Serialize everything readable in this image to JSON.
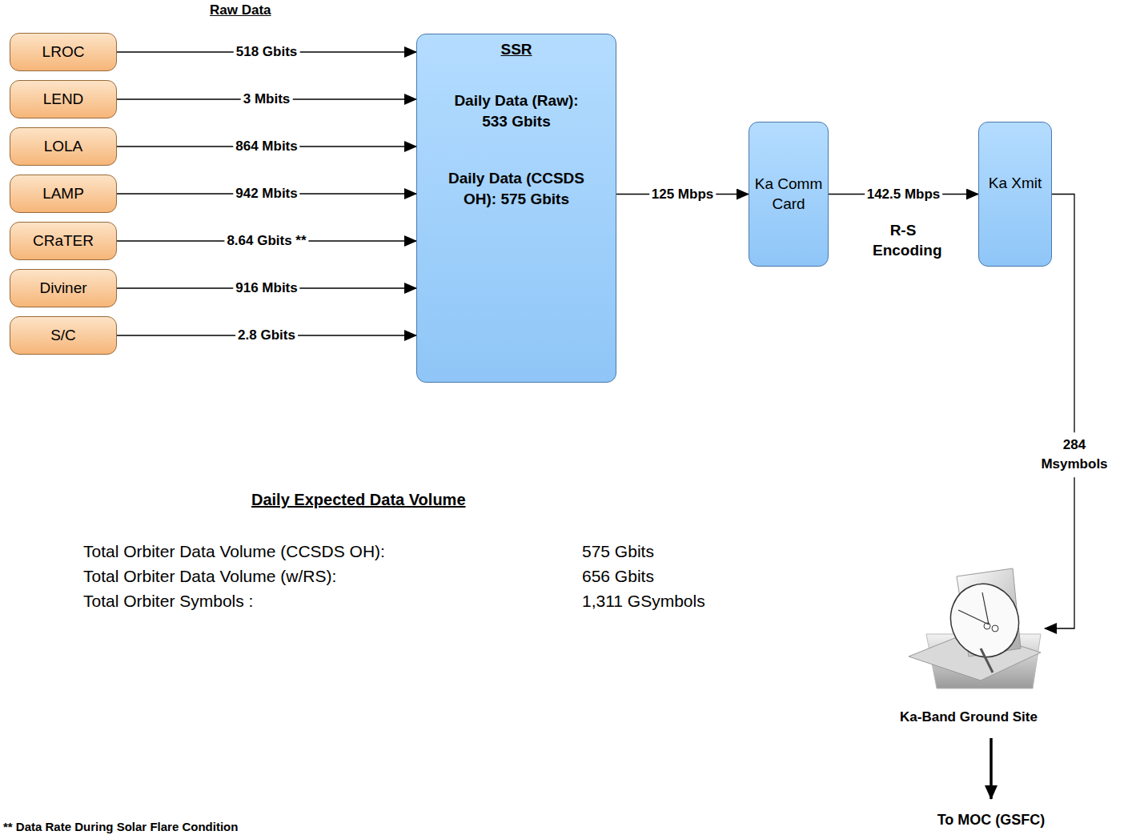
{
  "diagram": {
    "nodes": [
      {
        "text": [
          "LROC"
        ]
      },
      {
        "text": [
          "LEND"
        ]
      },
      {
        "text": [
          "LOLA"
        ]
      },
      {
        "text": [
          "LAMP"
        ]
      },
      {
        "text": [
          "CRaTER"
        ]
      },
      {
        "text": [
          "Diviner"
        ]
      },
      {
        "text": [
          "S/C"
        ]
      },
      {
        "text": [
          "SSR",
          "Daily Data (Raw): 533 Gbits",
          "Daily Data (CCSDS OH): 575 Gbits"
        ]
      },
      {
        "text": [
          "Ka Comm Card"
        ]
      },
      {
        "text": [
          "Ka Xmit"
        ]
      },
      {
        "text": [
          "Ka-Band Ground Site"
        ]
      }
    ],
    "edges": [
      {
        "from": 0,
        "to": 7,
        "label": "518 Gbits",
        "arrow": "to"
      },
      {
        "from": 1,
        "to": 7,
        "label": "3 Mbits",
        "arrow": "to"
      },
      {
        "from": 2,
        "to": 7,
        "label": "864 Mbits",
        "arrow": "to"
      },
      {
        "from": 3,
        "to": 7,
        "label": "942 Mbits",
        "arrow": "to"
      },
      {
        "from": 4,
        "to": 7,
        "label": "8.64 Gbits **",
        "arrow": "to"
      },
      {
        "from": 5,
        "to": 7,
        "label": "916 Mbits",
        "arrow": "to"
      },
      {
        "from": 6,
        "to": 7,
        "label": "2.8 Gbits",
        "arrow": "to"
      },
      {
        "from": 7,
        "to": 8,
        "label": "125 Mbps",
        "arrow": "to"
      },
      {
        "from": 8,
        "to": 9,
        "label": "142.5 Mbps",
        "arrow": "to"
      },
      {
        "from": 9,
        "to": 10,
        "label": "284 Msymbols",
        "arrow": "to"
      }
    ],
    "labels": [
      "Raw Data",
      "R-S Encoding",
      "Daily Expected Data Volume",
      "Total Orbiter Data Volume (CCSDS OH):",
      "575 Gbits",
      "Total Orbiter Data Volume (w/RS):",
      "656 Gbits",
      "Total Orbiter Symbols :",
      "1,311 GSymbols",
      "To MOC (GSFC)",
      "** Data Rate During Solar Flare Condition"
    ]
  }
}
